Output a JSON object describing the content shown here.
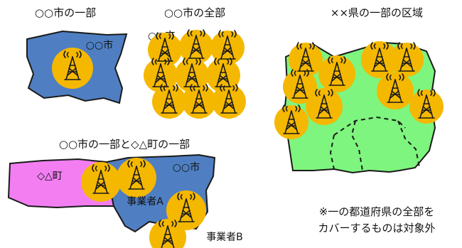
{
  "panels": {
    "city_part": {
      "title": "○○市の一部",
      "city_label": "○○市"
    },
    "city_whole": {
      "title": "○○市の全部",
      "city_label": "○○市"
    },
    "prefecture_part": {
      "title": "××県の一部の区域"
    },
    "two_areas": {
      "title": "○○市の一部と◇△町の一部",
      "town_label": "◇△町",
      "city_label": "○○市",
      "operator_a": "事業者A",
      "operator_b": "事業者B"
    }
  },
  "note": {
    "line1": "※一の都道府県の全部を",
    "line2": "カバーするものは対象外"
  },
  "colors": {
    "city": "#4f7fc2",
    "town": "#f27ef2",
    "prefecture": "#7ef57e",
    "coverage": "#f5b800",
    "outline": "#1a1a1a"
  },
  "icons": {
    "antenna": "transmission-tower-icon"
  }
}
